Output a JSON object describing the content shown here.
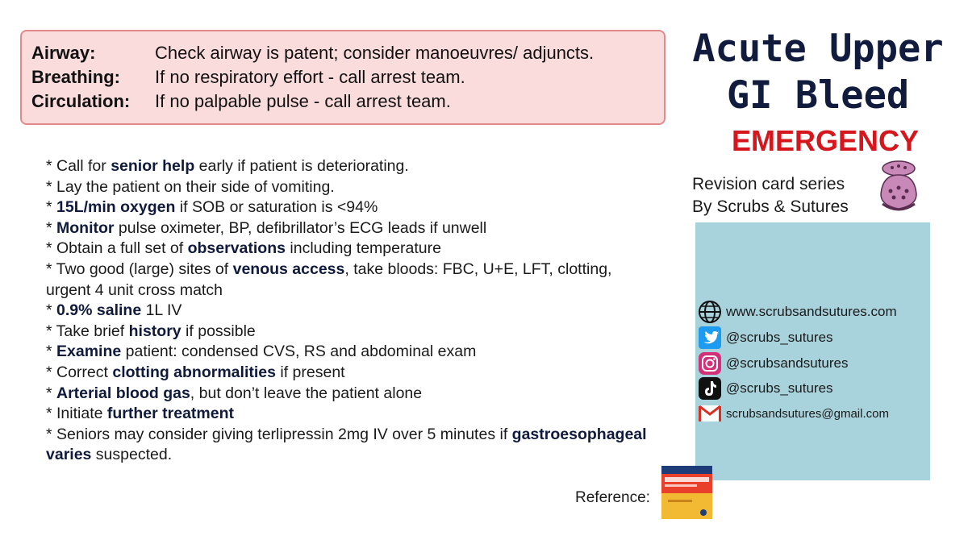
{
  "abc": [
    {
      "term": "Airway:",
      "desc": "Check airway is patent; consider manoeuvres/ adjuncts."
    },
    {
      "term": "Breathing:",
      "desc": "If no respiratory effort - call arrest team."
    },
    {
      "term": "Circulation:",
      "desc": "If no palpable pulse - call arrest team."
    }
  ],
  "title": {
    "line1": "Acute Upper",
    "line2": "GI Bleed",
    "subtitle": "EMERGENCY"
  },
  "series": {
    "line1": "Revision card series",
    "line2": "By Scrubs & Sutures"
  },
  "bullets": [
    {
      "pre": "* Call for ",
      "bold": "senior help",
      "post": " early if patient is deteriorating."
    },
    {
      "pre": "* Lay the patient on their side of vomiting.",
      "bold": "",
      "post": ""
    },
    {
      "pre": "* ",
      "bold": "15L/min oxygen",
      "post": " if SOB or saturation is <94%"
    },
    {
      "pre": "* ",
      "bold": "Monitor",
      "post": " pulse oximeter, BP, defibrillator’s ECG leads if unwell"
    },
    {
      "pre": "* Obtain a full set of ",
      "bold": "observations",
      "post": " including temperature"
    },
    {
      "pre": "* Two good (large) sites of ",
      "bold": "venous access",
      "post": ", take bloods: FBC, U+E, LFT, clotting, urgent 4 unit cross match"
    },
    {
      "pre": "* ",
      "bold": "0.9% saline",
      "post": " 1L IV"
    },
    {
      "pre": "* Take brief ",
      "bold": "history",
      "post": " if possible"
    },
    {
      "pre": "* ",
      "bold": "Examine",
      "post": " patient: condensed CVS, RS and abdominal exam"
    },
    {
      "pre": "* Correct ",
      "bold": "clotting abnormalities",
      "post": " if present"
    },
    {
      "pre": "* ",
      "bold": "Arterial blood gas",
      "post": ", but don’t leave the patient alone"
    },
    {
      "pre": "* Initiate ",
      "bold": "further treatment",
      "post": ""
    },
    {
      "pre": "* Seniors may consider giving terlipressin 2mg IV over 5 minutes if ",
      "bold": "gastroesophageal varies",
      "post": " suspected."
    }
  ],
  "contacts": {
    "website": "www.scrubsandsutures.com",
    "twitter": "@scrubs_sutures",
    "instagram": "@scrubsandsutures",
    "tiktok": "@scrubs_sutures",
    "email": "scrubsandsutures@gmail.com"
  },
  "reference": {
    "label": "Reference:"
  },
  "icons": {
    "website": "globe-icon",
    "twitter": "twitter-icon",
    "instagram": "instagram-icon",
    "tiktok": "tiktok-icon",
    "email": "gmail-icon",
    "mascot": "clog-shoe-icon",
    "book": "handbook-cover-icon"
  },
  "colors": {
    "abc_bg": "#fbdcdc",
    "abc_border": "#e28a8a",
    "title": "#101b3d",
    "emergency": "#d6161d",
    "contact_panel": "#a9d3dc"
  }
}
